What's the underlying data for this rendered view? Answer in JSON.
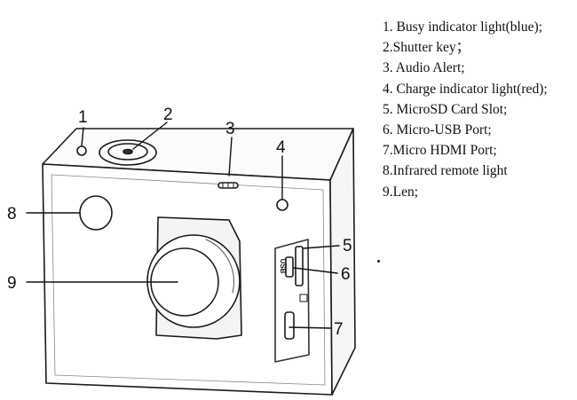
{
  "callouts": [
    "1",
    "2",
    "3",
    "4",
    "5",
    "6",
    "7",
    "8",
    "9"
  ],
  "port_label": "USB",
  "legend": [
    "1. Busy indicator light(blue);",
    "2.Shutter key；",
    "3. Audio Alert;",
    "4. Charge indicator light(red);",
    "5. MicroSD Card Slot;",
    "6. Micro-USB Port;",
    "7.Micro HDMI Port;",
    "8.Infrared remote light",
    "9.Len;"
  ]
}
